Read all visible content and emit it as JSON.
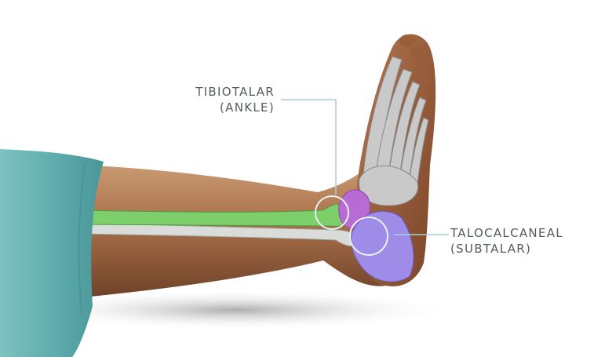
{
  "labels": {
    "tibiotalar": {
      "line1": "TIBIOTALAR",
      "line2": "(ANKLE)"
    },
    "talocalcaneal": {
      "line1": "TALOCALCANEAL",
      "line2": "(SUBTALAR)"
    }
  },
  "colors": {
    "skin": "#b27a55",
    "skin_dark": "#7a4a2e",
    "blanket": "#5faeae",
    "tibia": "#7ccf6a",
    "fibula": "#d9dcd8",
    "talus": "#b86bd2",
    "calcaneus": "#9f8be8",
    "foot_bones": "#c9c9c9",
    "leader_line": "#a9cfd0"
  }
}
